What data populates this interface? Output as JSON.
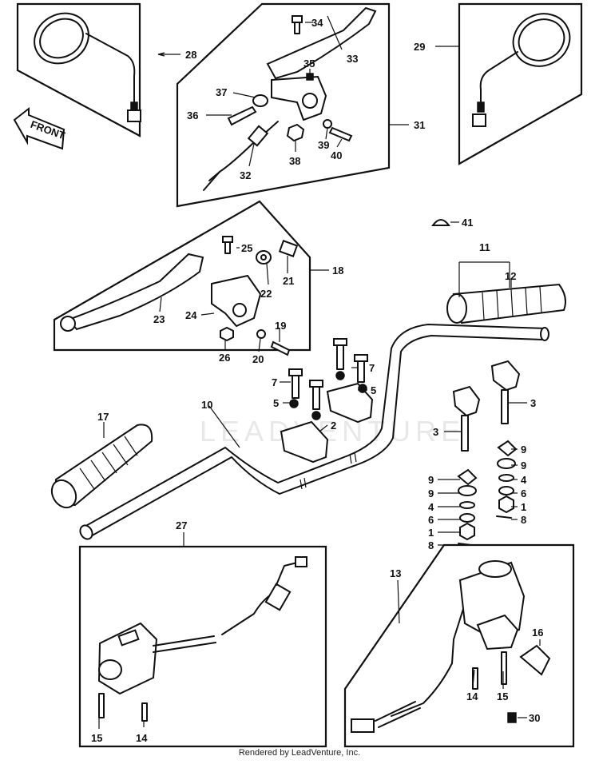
{
  "front_arrow": {
    "text": "FRONT"
  },
  "watermark": {
    "text": "LEADVENTURE"
  },
  "footer": {
    "text": "Rendered by LeadVenture, Inc."
  },
  "callouts": {
    "c1a": "1",
    "c1b": "1",
    "c2": "2",
    "c3a": "3",
    "c3b": "3",
    "c4a": "4",
    "c4b": "4",
    "c5a": "5",
    "c5b": "5",
    "c6a": "6",
    "c6b": "6",
    "c7a": "7",
    "c7b": "7",
    "c8a": "8",
    "c8b": "8",
    "c9a": "9",
    "c9b": "9",
    "c9c": "9",
    "c9d": "9",
    "c10": "10",
    "c11": "11",
    "c12": "12",
    "c13": "13",
    "c14a": "14",
    "c14b": "14",
    "c15a": "15",
    "c15b": "15",
    "c16": "16",
    "c17": "17",
    "c18": "18",
    "c19": "19",
    "c20": "20",
    "c21": "21",
    "c22": "22",
    "c23": "23",
    "c24": "24",
    "c25": "25",
    "c26": "26",
    "c27": "27",
    "c28": "28",
    "c29": "29",
    "c30": "30",
    "c31": "31",
    "c32": "32",
    "c33": "33",
    "c34": "34",
    "c35": "35",
    "c36": "36",
    "c37": "37",
    "c38": "38",
    "c39": "39",
    "c40": "40",
    "c41": "41"
  }
}
